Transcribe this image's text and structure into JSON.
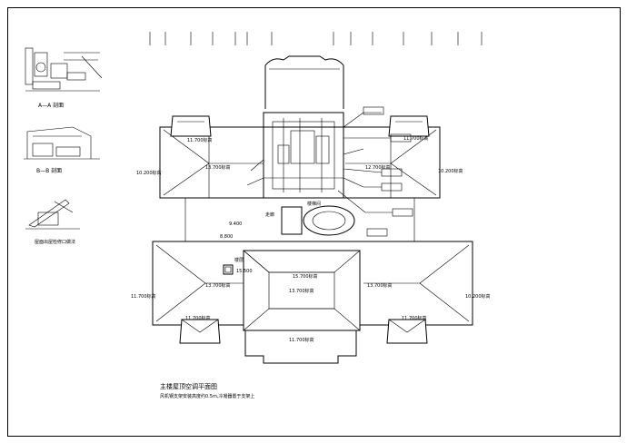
{
  "drawing": {
    "section_a_title": "A—A 剖面",
    "section_b_title": "B—B 剖面",
    "detail_title": "屋面出屋检修口做法",
    "plan_title_line1": "主楼屋顶空调平面图",
    "plan_title_line2": "风机钢支架安装高度约0.5m,冷凝器置于支架上"
  },
  "elevations": {
    "upper_left_wing": "11.700标高",
    "upper_left_main": "13.700标高",
    "upper_left_outer": "10.200标高",
    "upper_right_main": "12.700标高",
    "upper_right_wing": "11.700标高",
    "upper_right_outer": "10.200标高",
    "lower_left_main": "13.700标高",
    "lower_left_wing": "11.700标高",
    "lower_left_outer": "11.700标高",
    "center_inner": "15.700标高",
    "center_main": "13.700标高",
    "lower_right_main": "13.700标高",
    "lower_right_wing": "11.700标高",
    "lower_right_outer": "10.200标高",
    "bottom": "11.700标高",
    "side_a": "9.400",
    "side_b": "8.800",
    "box_label": "15.500",
    "box_tag": "楼层"
  },
  "features": {
    "corridor_label": "走廊",
    "elevator_label": "楼梯间"
  }
}
